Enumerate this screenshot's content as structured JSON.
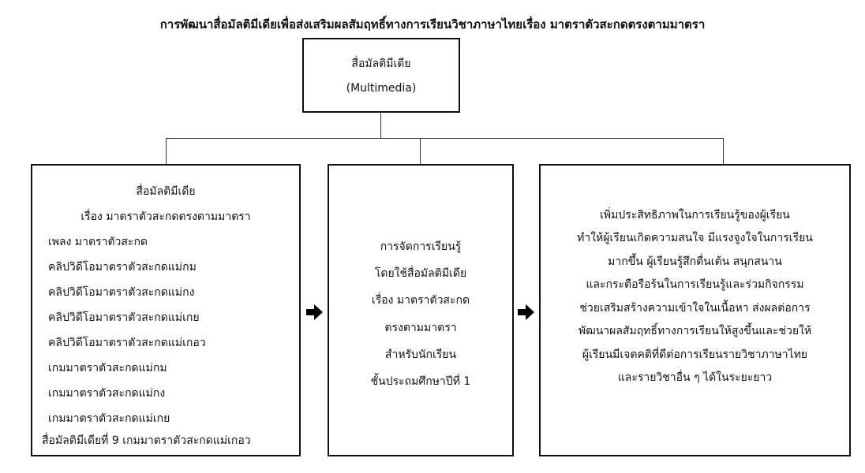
{
  "title": "การพัฒนาสื่อมัลติมีเดียเพื่อส่งเสริมผลสัมฤทธิ์ทางการเรียนวิชาภาษาไทยเรื่อง มาตราตัวสะกดตรงตามมาตรา",
  "top_box": {
    "line1": "สื่อมัลติมีเดีย",
    "line2": "(Multimedia)"
  },
  "left_box": {
    "heading1": "สื่อมัลติมีเดีย",
    "heading2": "เรื่อง มาตราตัวสะกดตรงตามมาตรา",
    "items": [
      "เพลง มาตราตัวสะกด",
      "คลิปวิดีโอมาตราตัวสะกดแม่กม",
      "คลิปวิดีโอมาตราตัวสะกดแม่กง",
      "คลิปวิดีโอมาตราตัวสะกดแม่เกย",
      "คลิปวิดีโอมาตราตัวสะกดแม่เกอว",
      "เกมมาตราตัวสะกดแม่กม",
      "เกมมาตราตัวสะกดแม่กง",
      "เกมมาตราตัวสะกดแม่เกย"
    ],
    "last": "สื่อมัลติมีเดียที่ 9 เกมมาตราตัวสะกดแม่เกอว"
  },
  "middle_box": {
    "lines": [
      "การจัดการเรียนรู้",
      "โดยใช้สื่อมัลติมีเดีย",
      "เรื่อง มาตราตัวสะกด",
      "ตรงตามมาตรา",
      "สำหรับนักเรียน",
      "ชั้นประถมศึกษาปีที่ 1"
    ]
  },
  "right_box": {
    "lines": [
      "เพิ่มประสิทธิภาพในการเรียนรู้ของผู้เรียน",
      "ทำให้ผู้เรียนเกิดความสนใจ มีแรงจูงใจในการเรียน",
      "มากขึ้น ผู้เรียนรู้สึกตื่นเต้น สนุกสนาน",
      "และกระตือรือร้นในการเรียนรู้และร่วมกิจกรรม",
      "ช่วยเสริมสร้างความเข้าใจในเนื้อหา ส่งผลต่อการ",
      "พัฒนาผลสัมฤทธิ์ทางการเรียนให้สูงขึ้นและช่วยให้",
      "ผู้เรียนมีเจตคติที่ดีต่อการเรียนรายวิชาภาษาไทย",
      "และรายวิชาอื่น ๆ ได้ในระยะยาว"
    ]
  }
}
